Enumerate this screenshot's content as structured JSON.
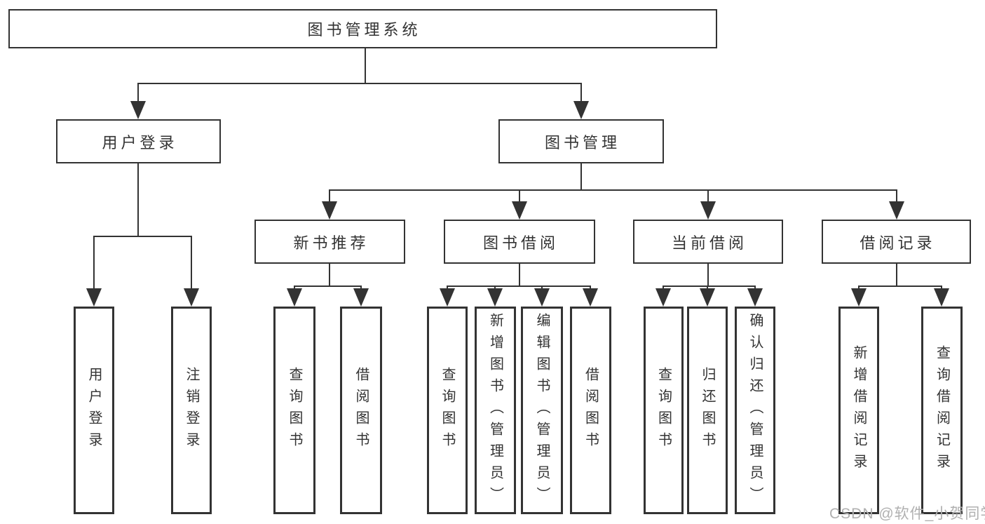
{
  "colors": {
    "line": "#333333",
    "text": "#333333",
    "box_background": "#ffffff",
    "page_background": "#ffffff",
    "watermark": "#b0b0b0"
  },
  "watermark": {
    "text": "CSDN @软件_小贺同学"
  },
  "tree": {
    "root": {
      "label": "图书管理系统"
    },
    "branches": [
      {
        "label": "用户登录",
        "children": [
          {
            "label": "用户登录"
          },
          {
            "label": "注销登录"
          }
        ]
      },
      {
        "label": "图书管理",
        "children": [
          {
            "label": "新书推荐",
            "children": [
              {
                "label": "查询图书"
              },
              {
                "label": "借阅图书"
              }
            ]
          },
          {
            "label": "图书借阅",
            "children": [
              {
                "label": "查询图书"
              },
              {
                "label": "新增图书（管理员）"
              },
              {
                "label": "编辑图书（管理员）"
              },
              {
                "label": "借阅图书"
              }
            ]
          },
          {
            "label": "当前借阅",
            "children": [
              {
                "label": "查询图书"
              },
              {
                "label": "归还图书"
              },
              {
                "label": "确认归还（管理员）"
              }
            ]
          },
          {
            "label": "借阅记录",
            "children": [
              {
                "label": "新增借阅记录"
              },
              {
                "label": "查询借阅记录"
              }
            ]
          }
        ]
      }
    ]
  }
}
